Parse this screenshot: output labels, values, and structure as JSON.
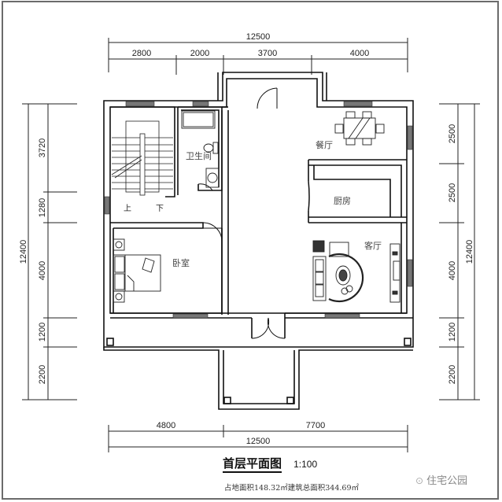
{
  "plan": {
    "title": "首层平面图",
    "scale": "1:100",
    "area_summary": "占地面积148.32㎡建筑总面积344.69㎡"
  },
  "watermark": {
    "icon": "wechat-icon",
    "text": "住宅公园"
  },
  "dimensions": {
    "top_total": "12500",
    "top_segments": [
      "2800",
      "2000",
      "3700",
      "4000"
    ],
    "bottom_segments": [
      "4800",
      "7700"
    ],
    "bottom_total": "12500",
    "left_segments": [
      "3720",
      "1280",
      "4000",
      "1200",
      "2200"
    ],
    "left_total": "12400",
    "right_segments": [
      "2500",
      "2500",
      "4000",
      "1200",
      "2200"
    ],
    "right_total": "12400"
  },
  "rooms": {
    "bathroom": "卫生间",
    "dining": "餐厅",
    "kitchen": "厨房",
    "living": "客厅",
    "bedroom": "卧室"
  },
  "stairs": {
    "up": "上",
    "down": "下"
  },
  "colors": {
    "wall": "#111111",
    "window": "#777777",
    "dim_line": "#222222"
  }
}
